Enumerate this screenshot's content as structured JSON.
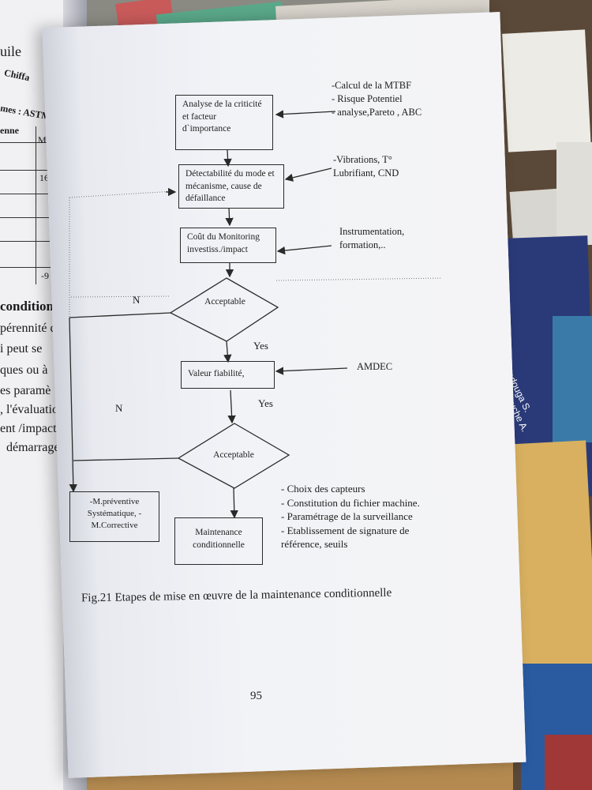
{
  "left_page": {
    "header1": "uile",
    "header2": "Chiffa",
    "header3": "mes : ASTM",
    "header4": "enne",
    "header5": "Mat",
    "cell1": "16",
    "cell2": "-9",
    "lines": [
      "conditionn",
      "pérennité da",
      "i peut se",
      "ques ou à",
      "es paramè",
      ", l'évaluation",
      "ent /impact",
      "démarrage d"
    ]
  },
  "flowchart": {
    "box1": "Analyse de la criticité et facteur d`importance",
    "box2": "Détectabilité du mode et mécanisme, cause de défaillance",
    "box3": "Coût du Monitoring investiss./impact",
    "diamond1": "Acceptable",
    "box4": "Valeur fiabilité,",
    "diamond2": "Acceptable",
    "box_left": "-M.préventive Systématique, -M.Corrective",
    "box_final": "Maintenance conditionnelle",
    "label_n1": "N",
    "label_n2": "N",
    "label_yes1": "Yes",
    "label_yes2": "Yes",
    "side1": "-Calcul de la MTBF\n- Risque Potentiel\n- analyse,Pareto , ABC",
    "side2": "-Vibrations, T°\nLubrifiant, CND",
    "side3": "Instrumentation,\nformation,..",
    "side4": "AMDEC",
    "side5": "- Choix des capteurs\n- Constitution du fichier machine.\n- Paramétrage de la surveillance\n- Etablissement de signature de\nréférence, seuils"
  },
  "caption": "Fig.21  Etapes  de mise en œuvre de la maintenance conditionnelle",
  "page_number": "95",
  "spine": "Dendouga S.\nBenkemouche A."
}
